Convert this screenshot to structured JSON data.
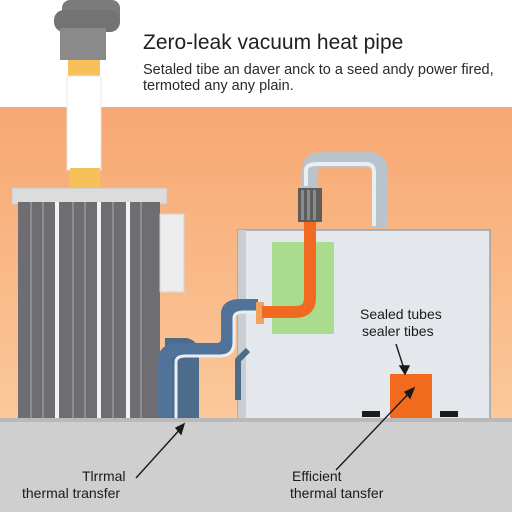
{
  "header": {
    "title": "Zero-leak vacuum heat pipe",
    "subtitle_line1": "Setaled tibe an daver anck to a seed andy power fired,",
    "subtitle_line2": "termoted any any plain."
  },
  "labels": {
    "sealed_tubes": "Sealed tubes",
    "sealer_tibes": "sealer tibes",
    "thermal_left_1": "Tlrrmal",
    "thermal_left_2": "thermal transfer",
    "efficient_1": "Efficient",
    "efficient_2": "thermal tansfer"
  },
  "colors": {
    "sky": "#f8b07a",
    "ground": "#cfcfcf",
    "chimney_stack": "#7a7a7a",
    "chimney_band": "#f7c257",
    "pipe_blue": "#4c6f8e",
    "pipe_orange": "#f06a22",
    "green_panel": "#a8dd8e",
    "tank": "#e5e8ec"
  }
}
